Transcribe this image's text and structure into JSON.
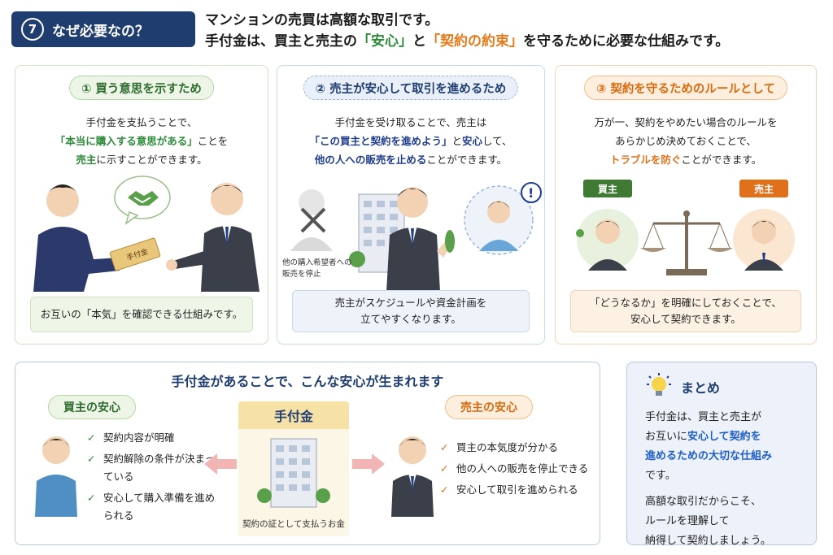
{
  "header": {
    "number": "7",
    "title": "なぜ必要なの？",
    "line1": "マンションの売買は高額な取引です。",
    "line2_a": "手付金は、買主と売主の",
    "line2_anshin": "「安心」",
    "line2_b": "と",
    "line2_yakusoku": "「契約の約束」",
    "line2_c": "を守るために必要な仕組みです。"
  },
  "cards": [
    {
      "title": "① 買う意思を示すため",
      "l1": "手付金を支払うことで、",
      "l2_hl": "「本当に購入する意思がある」",
      "l2_rest": "ことを",
      "l3_hl": "売主",
      "l3_rest": "に示すことができます。",
      "seal": "手付金",
      "foot": "お互いの「本気」を確認できる仕組みです。"
    },
    {
      "title": "② 売主が安心して取引を進めるため",
      "l1": "手付金を受け取ることで、売主は",
      "l2_hl": "「この買主と契約を進めよう」",
      "l2_mid": "と",
      "l2_hl2": "安心",
      "l2_rest": "して、",
      "l3_hl": "他の人への販売を止める",
      "l3_rest": "ことができます。",
      "other_buyer_label": "他の購入希望者への販売を停止",
      "foot1": "売主がスケジュールや資金計画を",
      "foot2": "立てやすくなります。"
    },
    {
      "title": "③ 契約を守るためのルールとして",
      "l1": "万が一、契約をやめたい場合のルールを",
      "l2": "あらかじめ決めておくことで、",
      "l3_hl": "トラブルを防ぐ",
      "l3_rest": "ことができます。",
      "buyer_tag": "買主",
      "seller_tag": "売主",
      "foot1": "「どうなるか」を明確にしておくことで、",
      "foot2": "安心して契約できます。"
    }
  ],
  "bottom": {
    "title": "手付金があることで、こんな安心が生まれます",
    "buyer_title": "買主の安心",
    "buyer_items": [
      "契約内容が明確",
      "契約解除の条件が決まっている",
      "安心して購入準備を進められる"
    ],
    "center_title": "手付金",
    "center_caption": "契約の証として支払うお金",
    "seller_title": "売主の安心",
    "seller_items": [
      "買主の本気度が分かる",
      "他の人への販売を停止できる",
      "安心して取引を進められる"
    ]
  },
  "summary": {
    "title": "まとめ",
    "p1_a": "手付金は、買主と売主が",
    "p1_b": "お互いに",
    "p1_c": "安心",
    "p1_d": "して契約を",
    "p1_e": "進めるための大切な仕組み",
    "p1_f": "です。",
    "p2_a": "高額な取引だからこそ、",
    "p2_b": "ルールを理解して",
    "p2_c": "納得して契約しましょう。"
  },
  "colors": {
    "navy": "#1f3d6e",
    "green": "#2e8b3a",
    "orange": "#e57a1a",
    "blue": "#1f5fc8"
  }
}
